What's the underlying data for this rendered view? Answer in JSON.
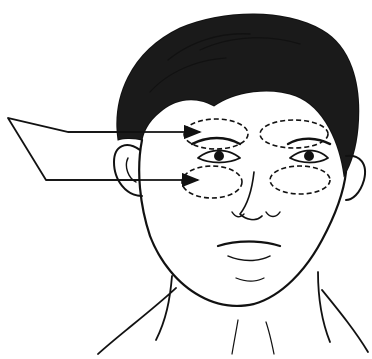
{
  "diagram": {
    "subject": "face-front-view",
    "regions": [
      {
        "name": "left-frontal-sinus"
      },
      {
        "name": "right-frontal-sinus"
      },
      {
        "name": "left-maxillary-sinus"
      },
      {
        "name": "right-maxillary-sinus"
      }
    ],
    "pointers": [
      {
        "target": "left-frontal-sinus"
      },
      {
        "target": "left-maxillary-sinus"
      }
    ],
    "colors": {
      "ink": "#111111",
      "background": "#ffffff"
    }
  }
}
